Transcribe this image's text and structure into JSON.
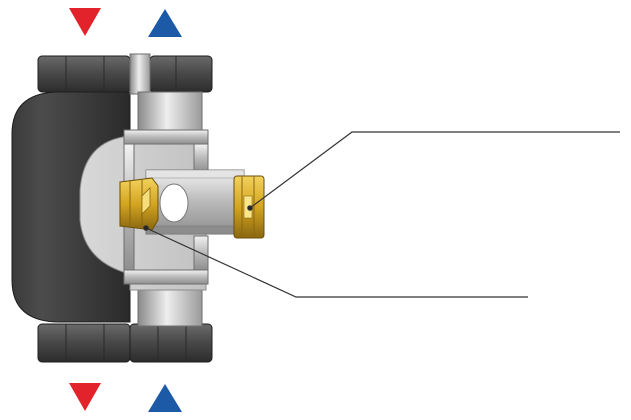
{
  "diagram": {
    "subject": "valve-cross-section",
    "flow_markers": [
      {
        "id": "top-left",
        "direction": "down",
        "color": "#e3232b"
      },
      {
        "id": "top-right",
        "direction": "up",
        "color": "#1c5aa8"
      },
      {
        "id": "bottom-left",
        "direction": "down",
        "color": "#e3232b"
      },
      {
        "id": "bottom-right",
        "direction": "up",
        "color": "#1c5aa8"
      }
    ],
    "callouts": [
      {
        "id": "upper",
        "target": "outlet-insert",
        "label": ""
      },
      {
        "id": "lower",
        "target": "inlet-insert",
        "label": ""
      }
    ],
    "colors": {
      "body_dark": "#2e2e2e",
      "nut": "#474747",
      "steel": "#bcbcbc",
      "brass": "#d9b02a",
      "leader": "#333333"
    }
  }
}
